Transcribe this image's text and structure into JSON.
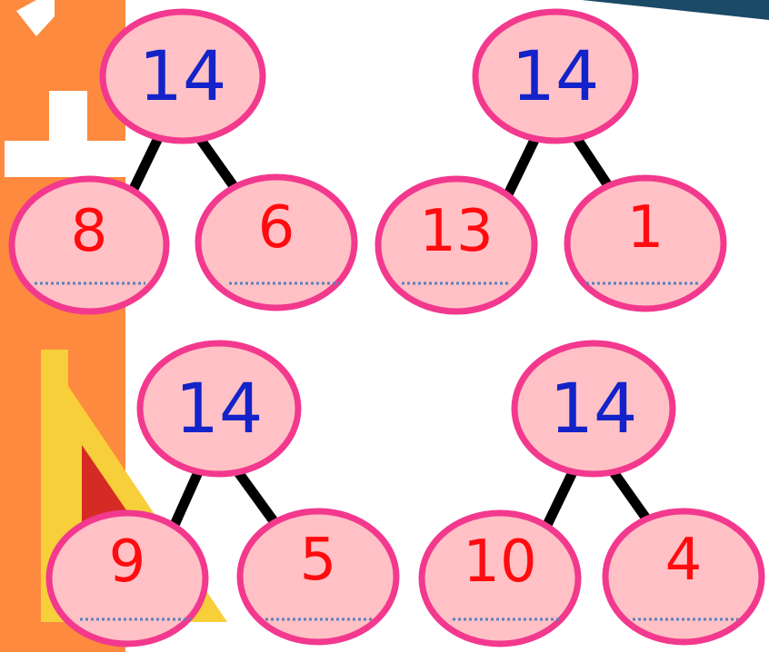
{
  "colors": {
    "orange_strip": "#fd8a3e",
    "ruler": "#f7cf3a",
    "ruler_tick": "#9a8f86",
    "triangle_dark": "#d62b25",
    "bubble_fill": "#ffc1c5",
    "bubble_stroke": "#f2398e",
    "whole_text": "#1323c9",
    "part_text": "#ff0b10",
    "dotted_line": "#5b7fba",
    "corner_band": "#1b4a66"
  },
  "icons": [
    "plus-sign-icon",
    "ruler-icon",
    "set-square-icon"
  ],
  "trees": [
    {
      "whole": "14",
      "left": "8",
      "right": "6"
    },
    {
      "whole": "14",
      "left": "13",
      "right": "1"
    },
    {
      "whole": "14",
      "left": "9",
      "right": "5"
    },
    {
      "whole": "14",
      "left": "10",
      "right": "4"
    }
  ]
}
